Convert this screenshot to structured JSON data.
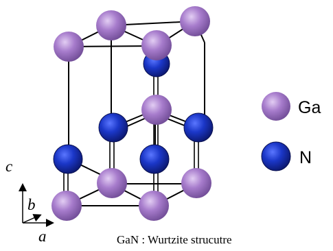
{
  "legend": {
    "ga": {
      "label": "Ga",
      "color": "#9b6fc2"
    },
    "n": {
      "label": "N",
      "color": "#1f2fa8"
    }
  },
  "axes": {
    "c": "c",
    "b": "b",
    "a": "a"
  },
  "caption": "GaN : Wurtzite  strucutre"
}
